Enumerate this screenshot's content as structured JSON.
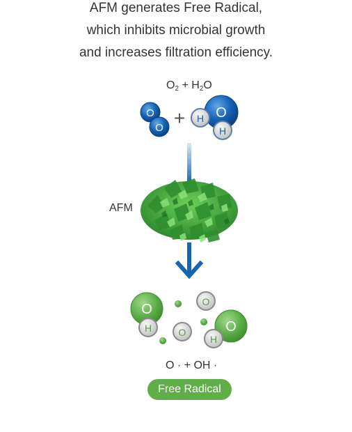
{
  "intro": {
    "line1": "AFM generates Free Radical,",
    "line2": "which inhibits microbial growth",
    "line3": "and increases filtration efficiency."
  },
  "input_formula": {
    "o": "O",
    "o_sub": "2",
    "plus": "+",
    "h": "H",
    "h_sub": "2",
    "o2": "O"
  },
  "afm_label": "AFM",
  "output_formula": "O · + OH ·",
  "badge_label": "Free Radical",
  "atoms": {
    "oxygen": "O",
    "hydrogen": "H",
    "plus": "+"
  },
  "colors": {
    "oxygen_blue": "#0d5fb0",
    "hydrogen_gray": "#cfcfcf",
    "radical_green": "#5fae48",
    "arrow_blue": "#1565b0",
    "media_green": "#3c9a3c"
  }
}
